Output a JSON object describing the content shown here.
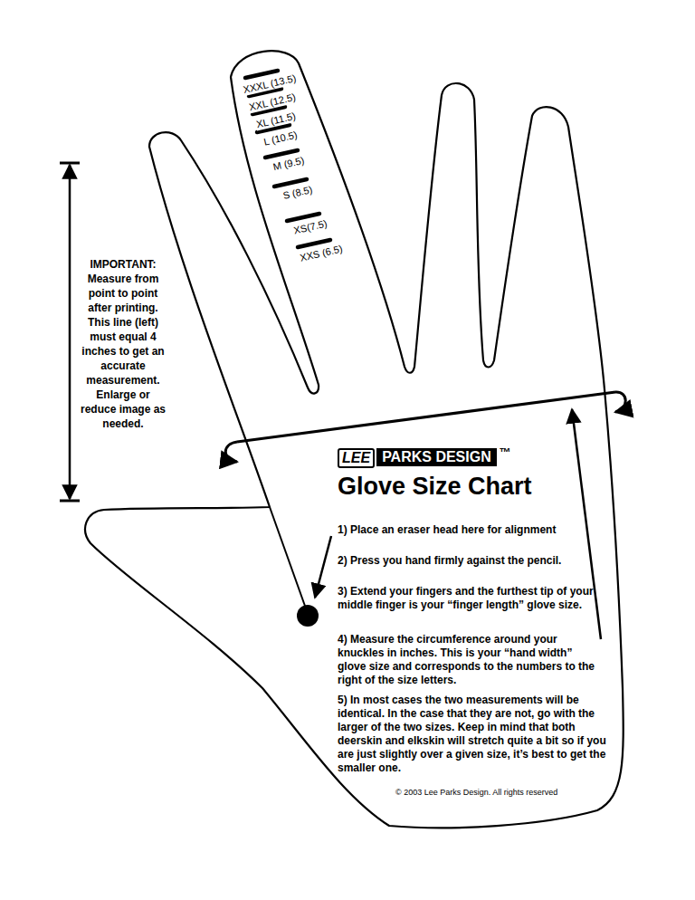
{
  "diagram": {
    "title": "Glove Size Chart",
    "labels": [
      "XXXL (13.5)",
      "XXL (12.5)",
      "XL (11.5)",
      "L (10.5)",
      "M (9.5)",
      "S (8.5)",
      "XS(7.5)",
      "XXS (6.5)",
      "IMPORTANT: Measure from point to point after printing. This line (left) must equal 4 inches to get an accurate measurement. Enlarge or reduce image as needed.",
      "LEE",
      "PARKS DESIGN",
      "™",
      "1) Place an eraser head here for alignment",
      "2) Press you hand firmly against the pencil.",
      "3) Extend your fingers and the furthest tip of your middle finger is your “finger length” glove size.",
      "4) Measure the circumference around your knuckles in inches. This is your “hand width” glove size and corresponds to the numbers to the right of the size letters.",
      "5) In most cases the two measurements will be identical. In the case that they are not, go with the larger of the two sizes. Keep in mind that both deerskin and elkskin will stretch quite a bit so if you are just slightly over a given size, it’s best to get the smaller one.",
      "© 2003 Lee Parks Design. All rights reserved"
    ]
  }
}
